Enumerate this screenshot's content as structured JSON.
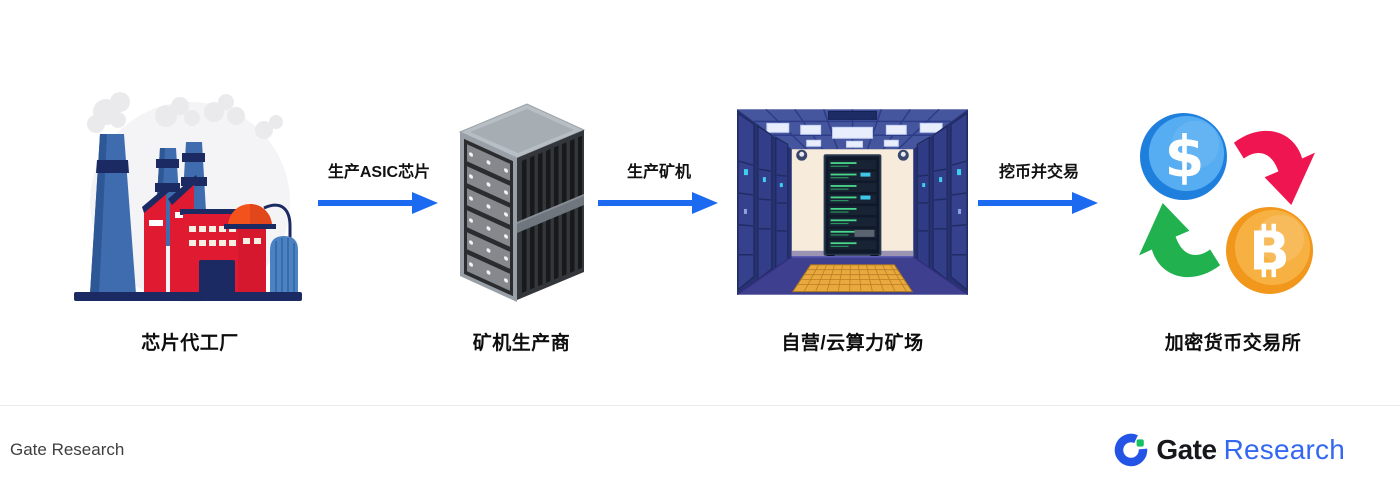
{
  "flow": {
    "nodes": [
      {
        "label": "芯片代工厂",
        "icon": "factory-illustration"
      },
      {
        "label": "矿机生产商",
        "icon": "server-rack-illustration"
      },
      {
        "label": "自营/云算力矿场",
        "icon": "mining-farm-illustration"
      },
      {
        "label": "加密货币交易所",
        "icon": "currency-exchange-illustration"
      }
    ],
    "arrows": [
      {
        "label": "生产ASIC芯片"
      },
      {
        "label": "生产矿机"
      },
      {
        "label": "挖币并交易"
      }
    ]
  },
  "exchange_icon": {
    "dollar_symbol": "$",
    "bitcoin_symbol": "B"
  },
  "footer": {
    "watermark": "Gate Research",
    "logo_brand": "Gate",
    "logo_suffix": "Research"
  },
  "colors": {
    "arrow_blue": "#1b6af0",
    "brand_blue": "#2354e6",
    "research_blue": "#3468f3",
    "brand_green": "#17c060",
    "factory_red": "#e01a31",
    "navy": "#1b2a63"
  }
}
